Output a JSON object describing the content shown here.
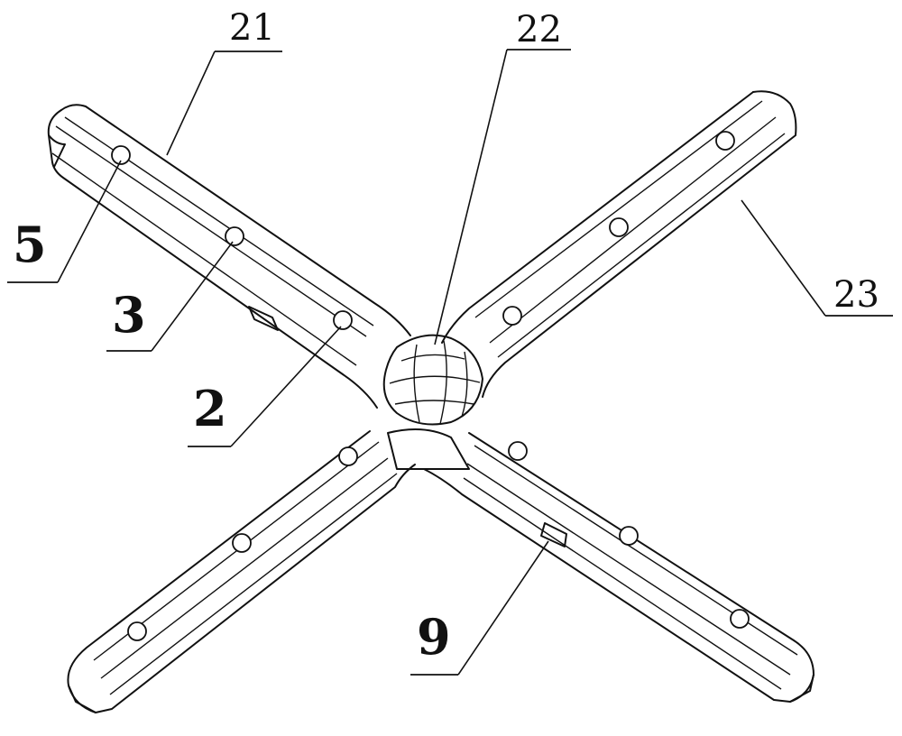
{
  "figure": {
    "labels": {
      "l21": "21",
      "l22": "22",
      "l23": "23",
      "l5": "5",
      "l3": "3",
      "l2": "2",
      "l9": "9"
    },
    "colors": {
      "ink": "#111111",
      "paper": "#ffffff"
    }
  }
}
